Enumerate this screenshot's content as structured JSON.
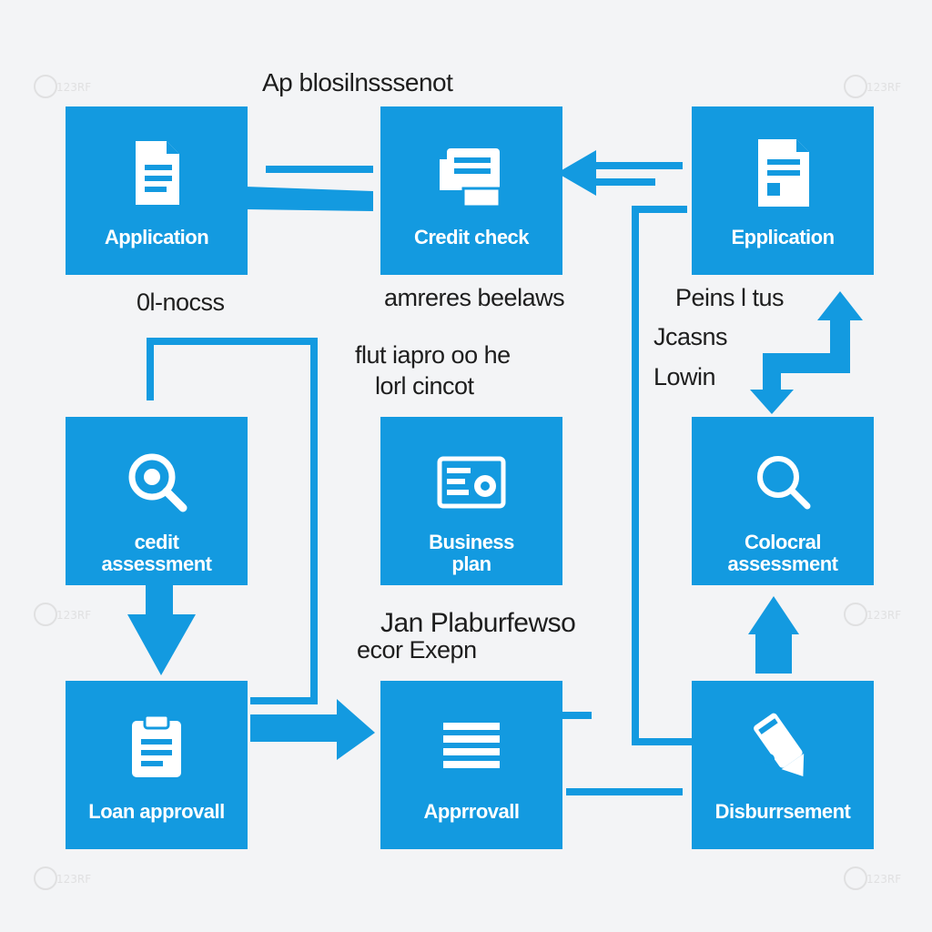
{
  "title": "Ap blosilnsssenot",
  "colors": {
    "box": "#139ae0",
    "connector": "#139ae0",
    "text": "#1e1e1e",
    "background": "#f3f4f6"
  },
  "boxes": {
    "application": {
      "label": "Application",
      "icon": "document-icon"
    },
    "credit_check": {
      "label": "Credit check",
      "icon": "printer-icon"
    },
    "epplication": {
      "label": "Epplication",
      "icon": "document-icon"
    },
    "credit_assessment": {
      "label_line1": "cedit",
      "label_line2": "assessment",
      "icon": "magnifier-icon"
    },
    "business_plan": {
      "label_line1": "Business",
      "label_line2": "plan",
      "icon": "certificate-icon"
    },
    "collateral_assessment": {
      "label_line1": "Colocral",
      "label_line2": "assessment",
      "icon": "magnifier-icon"
    },
    "loan_approval": {
      "label": "Loan approvall",
      "icon": "clipboard-icon"
    },
    "approval": {
      "label": "Apprrovall",
      "icon": "list-icon"
    },
    "disbursement": {
      "label": "Disburrsement",
      "icon": "pen-icon"
    }
  },
  "notes": {
    "under_application": "0l-nocss",
    "under_credit_check": "amreres beelaws",
    "right_top_1": "Peins l tus",
    "right_top_2": "Jcasns",
    "right_top_3": "Lowin",
    "center_1": "flut iapro oo he",
    "center_2": "lorl cincot",
    "middle_bottom_1": "Jan Plaburfewso",
    "middle_bottom_2": "ecor Exepn"
  },
  "watermark": "123RF"
}
